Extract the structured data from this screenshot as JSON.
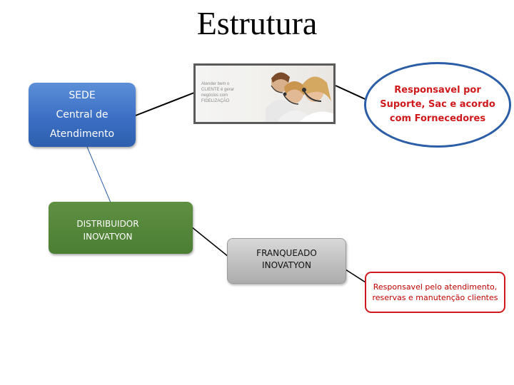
{
  "title": "Estrutura",
  "nodes": {
    "sede": {
      "lines": [
        "SEDE",
        "Central de",
        "Atendimento"
      ]
    },
    "distribuidor": {
      "lines": [
        "DISTRIBUIDOR",
        "INOVATYON"
      ]
    },
    "franqueado": {
      "lines": [
        "FRANQUEADO",
        "INOVATYON"
      ]
    },
    "suporte": {
      "text": "Responsavel por Suporte, Sac e acordo com Fornecedores"
    },
    "atendimento": {
      "text": "Responsavel pelo atendimento, reservas e manutenção clientes"
    }
  },
  "photo": {
    "caption_lines": [
      "Atender bem o",
      "CLIENTE é gerar",
      "negócios com",
      "FIDELIZAÇÃO"
    ]
  },
  "colors": {
    "sede_fill": "#3c6fc4",
    "distribuidor_fill": "#4b7d33",
    "franqueado_fill": "#bdbdbd",
    "suporte_border": "#2b5ea7",
    "accent_red": "#d0191d"
  }
}
